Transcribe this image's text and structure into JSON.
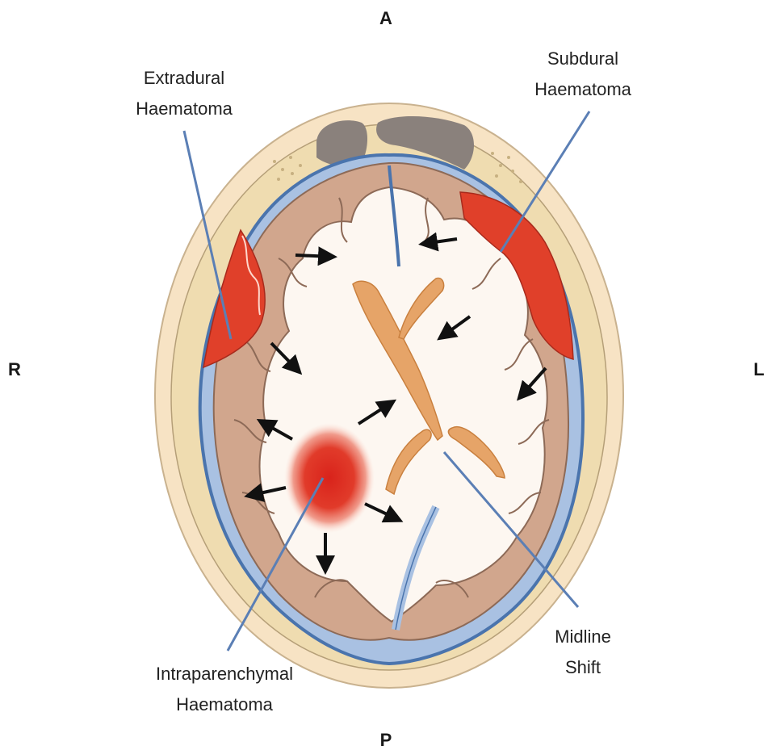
{
  "orientation": {
    "anterior": "A",
    "posterior": "P",
    "right": "R",
    "left": "L"
  },
  "labels": {
    "extradural": [
      "Extradural",
      "Haematoma"
    ],
    "subdural": [
      "Subdural",
      "Haematoma"
    ],
    "intraparenchymal": [
      "Intraparenchymal",
      "Haematoma"
    ],
    "midline_shift": [
      "Midline",
      "Shift"
    ]
  },
  "colors": {
    "skin": "#f7e3c4",
    "bone": "#efdcb0",
    "dura": "#5d86be",
    "csf": "#a9c1e2",
    "grey_matter": "#d1a68d",
    "white_matter": "#fdf7f1",
    "ventricle": "#e6a468",
    "haemorrhage": "#e0402a",
    "leader_line": "#5b7fb5",
    "arrow": "#111111"
  }
}
